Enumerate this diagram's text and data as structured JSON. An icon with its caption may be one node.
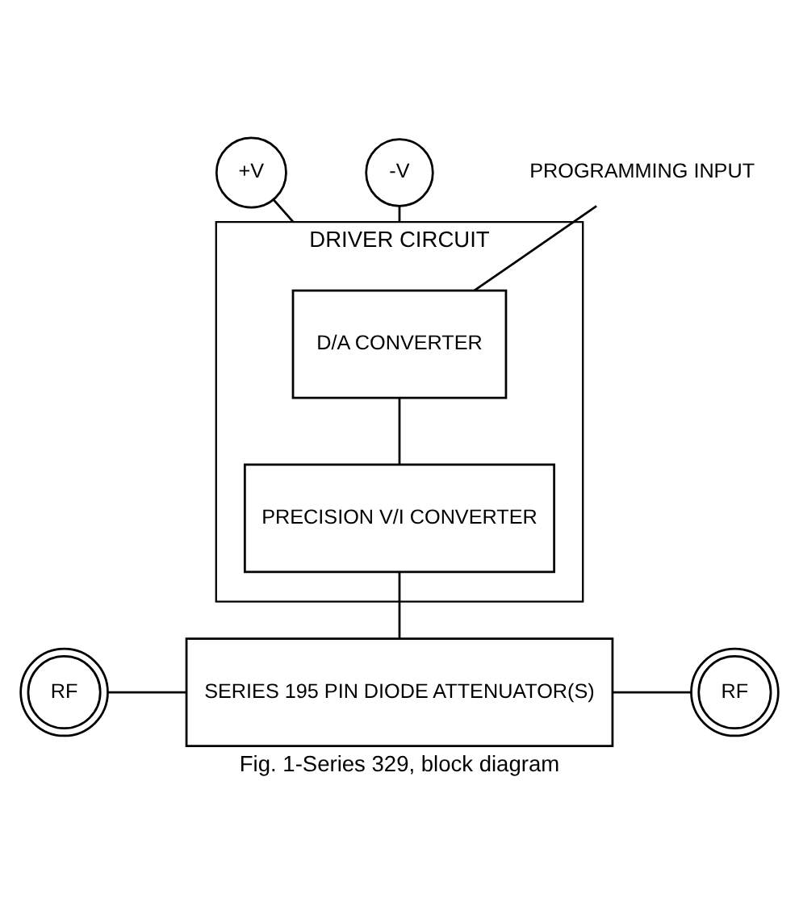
{
  "diagram": {
    "caption": "Fig. 1-Series 329, block diagram",
    "nodes": [
      {
        "text": [
          "+V"
        ]
      },
      {
        "text": [
          "-V"
        ]
      },
      {
        "text": [
          "DRIVER CIRCUIT"
        ]
      },
      {
        "text": [
          "D/A CONVERTER"
        ],
        "in": 2
      },
      {
        "text": [
          "PRECISION V/I CONVERTER"
        ],
        "in": 2
      },
      {
        "text": [
          "PROGRAMMING INPUT"
        ]
      },
      {
        "text": [
          "SERIES 195 PIN DIODE ATTENUATOR(S)"
        ]
      },
      {
        "text": [
          "RF"
        ]
      },
      {
        "text": [
          "RF"
        ]
      }
    ],
    "edges": [
      {
        "from": 0,
        "to": 2,
        "arrow": "none"
      },
      {
        "from": 1,
        "to": 2,
        "arrow": "none"
      },
      {
        "from": 5,
        "to": 3,
        "arrow": "none"
      },
      {
        "from": 3,
        "to": 4,
        "arrow": "none"
      },
      {
        "from": 4,
        "to": 6,
        "arrow": "none"
      },
      {
        "from": 7,
        "to": 6,
        "arrow": "none"
      },
      {
        "from": 6,
        "to": 8,
        "arrow": "none"
      }
    ]
  }
}
